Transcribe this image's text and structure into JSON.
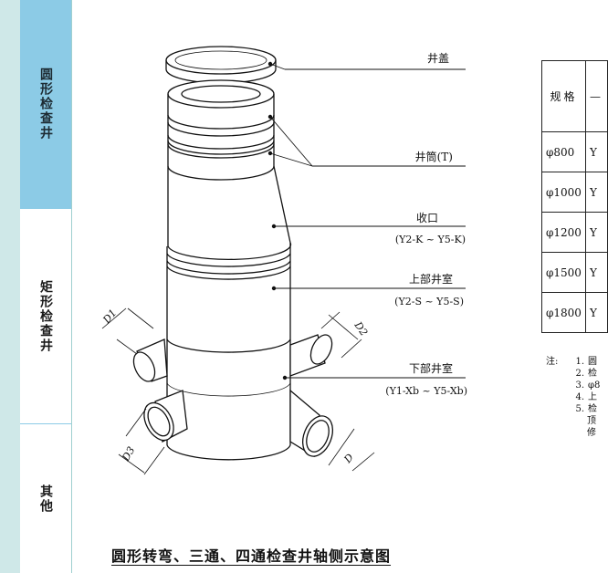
{
  "sidebar": {
    "tabs": [
      {
        "label": "圆形检查井",
        "active": true
      },
      {
        "label": "矩形检查井",
        "active": false
      },
      {
        "label": "其他",
        "active": false
      }
    ]
  },
  "drawing": {
    "labels": {
      "cover": "井盖",
      "shaft": "井筒(T)",
      "reducer": "收口",
      "reducer_code": "(Y2-K ~ Y5-K)",
      "upper_chamber": "上部井室",
      "upper_code": "(Y2-S ~ Y5-S)",
      "lower_chamber": "下部井室",
      "lower_code": "(Y1-Xb ~ Y5-Xb)"
    },
    "dims": {
      "d1": "D1",
      "d2": "D2",
      "d3": "D3",
      "d": "D"
    },
    "caption": "圆形转弯、三通、四通检查井轴侧示意图"
  },
  "table": {
    "header": "规格",
    "header_tail": "—",
    "rows": [
      {
        "size": "φ800",
        "tail": "Y"
      },
      {
        "size": "φ1000",
        "tail": "Y"
      },
      {
        "size": "φ1200",
        "tail": "Y"
      },
      {
        "size": "φ1500",
        "tail": "Y"
      },
      {
        "size": "φ1800",
        "tail": "Y"
      }
    ]
  },
  "notes": {
    "lead": "注:",
    "items": [
      {
        "num": "1.",
        "text": "圆"
      },
      {
        "num": "2.",
        "text": "检"
      },
      {
        "num": "3.",
        "text": "φ8"
      },
      {
        "num": "4.",
        "text": "上"
      },
      {
        "num": "5.",
        "text": "检"
      }
    ],
    "continuation": [
      "顶",
      "修"
    ]
  }
}
